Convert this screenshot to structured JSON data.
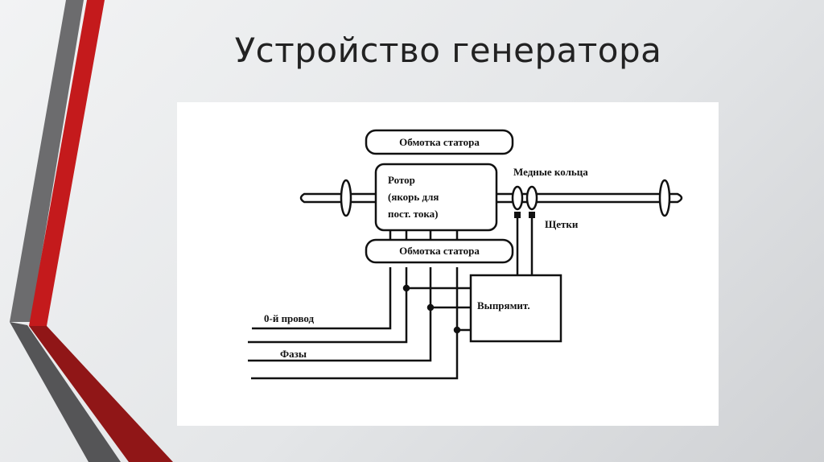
{
  "slide": {
    "title": "Устройство генератора"
  },
  "diagram": {
    "stator_top": "Обмотка статора",
    "rotor_line1": "Ротор",
    "rotor_line2": "(якорь для",
    "rotor_line3": "пост. тока)",
    "copper_rings": "Медные кольца",
    "brushes": "Щетки",
    "stator_bottom": "Обмотка статора",
    "rectifier": "Выпрямит.",
    "neutral_wire": "0-й провод",
    "phases": "Фазы"
  },
  "colors": {
    "accent_red": "#c41a1c",
    "accent_gray": "#6b6b6b"
  }
}
